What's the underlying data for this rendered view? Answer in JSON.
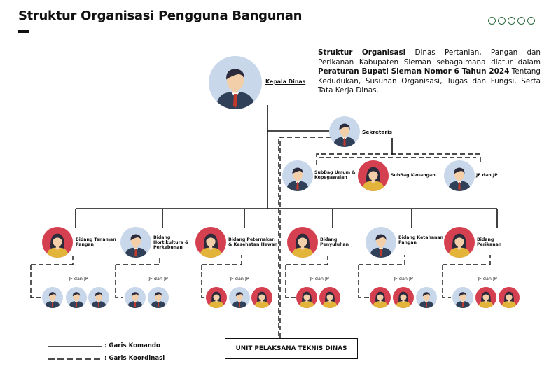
{
  "header": {
    "title": "Struktur Organisasi Pengguna Bangunan"
  },
  "description": {
    "bold_1": "Struktur Organisasi",
    "text_1": " Dinas Pertanian, Pangan dan Perikanan Kabupaten Sleman sebagaimana diatur dalam ",
    "bold_2": "Peraturan Bupati Sleman Nomor 6 Tahun 2024",
    "text_2": " Tentang Kedudukan, Susunan Organisasi, Tugas dan Fungsi, Serta Tata Kerja Dinas."
  },
  "org": {
    "head": "Kepala Dinas",
    "secretary": "Sekretaris",
    "sub_units": [
      "SubBag Umum & Kepegawaian",
      "SubBag Keuangan",
      "JF dan JP"
    ],
    "fields": [
      "Bidang Tanaman Pangan",
      "Bidang Hortikultura & Perkebunan",
      "Bidang Peternakan & Kesehatan Hewan",
      "Bidang Penyuluhan",
      "Bidang Ketahanan Pangan",
      "Bidang Perikanan"
    ],
    "field_staff_label": "JF dan JP",
    "upt": "UNIT PELAKSANA TEKNIS DINAS"
  },
  "legend": {
    "command": ": Garis Komando",
    "coordination": ": Garis Koordinasi"
  },
  "colors": {
    "avatar_male_bg": "#c9d7ea",
    "avatar_female_bg": "#d4404f",
    "suit": "#2f4058",
    "tie": "#c0392b",
    "skin": "#f3cfa9",
    "hair": "#2b2b3b",
    "female_top": "#e2b53a",
    "dots": "#2f6b3f"
  },
  "icons": {
    "male": "male-avatar-icon",
    "female": "female-avatar-icon"
  }
}
